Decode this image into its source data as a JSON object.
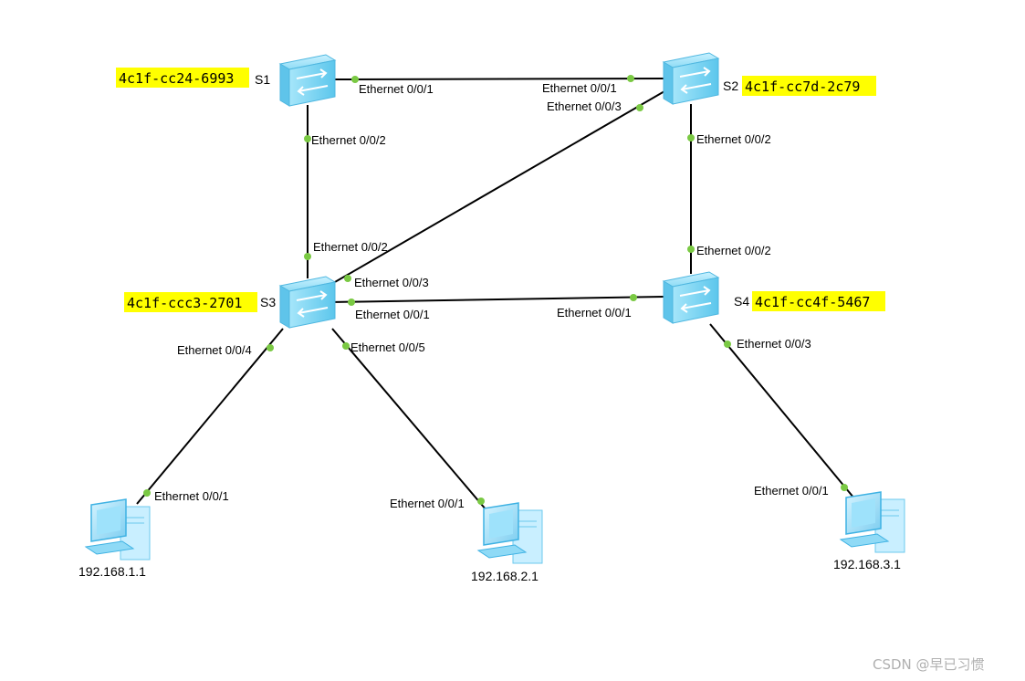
{
  "switches": [
    {
      "id": "s1",
      "name": "S1",
      "mac": "4c1f-cc24-6993",
      "color": "#7fd9f4"
    },
    {
      "id": "s2",
      "name": "S2",
      "mac": "4c1f-cc7d-2c79",
      "color": "#7fd9f4"
    },
    {
      "id": "s3",
      "name": "S3",
      "mac": "4c1f-ccc3-2701",
      "color": "#7fd9f4"
    },
    {
      "id": "s4",
      "name": "S4",
      "mac": "4c1f-cc4f-5467",
      "color": "#7fd9f4"
    }
  ],
  "hosts": [
    {
      "id": "pc1",
      "ip": "192.168.1.1"
    },
    {
      "id": "pc2",
      "ip": "192.168.2.1"
    },
    {
      "id": "pc3",
      "ip": "192.168.3.1"
    }
  ],
  "links": [
    {
      "from": "s1",
      "to": "s2",
      "from_port": "Ethernet 0/0/1",
      "to_port": "Ethernet 0/0/1"
    },
    {
      "from": "s1",
      "to": "s3",
      "from_port": "Ethernet 0/0/2",
      "to_port": "Ethernet 0/0/2"
    },
    {
      "from": "s2",
      "to": "s3",
      "from_port": "Ethernet 0/0/3",
      "to_port": "Ethernet 0/0/3"
    },
    {
      "from": "s2",
      "to": "s4",
      "from_port": "Ethernet 0/0/2",
      "to_port": "Ethernet 0/0/2"
    },
    {
      "from": "s3",
      "to": "s4",
      "from_port": "Ethernet 0/0/1",
      "to_port": "Ethernet 0/0/1"
    },
    {
      "from": "s3",
      "to": "pc1",
      "from_port": "Ethernet 0/0/4",
      "to_port": "Ethernet 0/0/1"
    },
    {
      "from": "s3",
      "to": "pc2",
      "from_port": "Ethernet 0/0/5",
      "to_port": "Ethernet 0/0/1"
    },
    {
      "from": "s4",
      "to": "pc3",
      "from_port": "Ethernet 0/0/3",
      "to_port": "Ethernet 0/0/1"
    }
  ],
  "colors": {
    "highlight": "#ffff00",
    "port_dot": "#7ac943",
    "link": "#000000"
  },
  "watermark": "CSDN @早已习惯"
}
